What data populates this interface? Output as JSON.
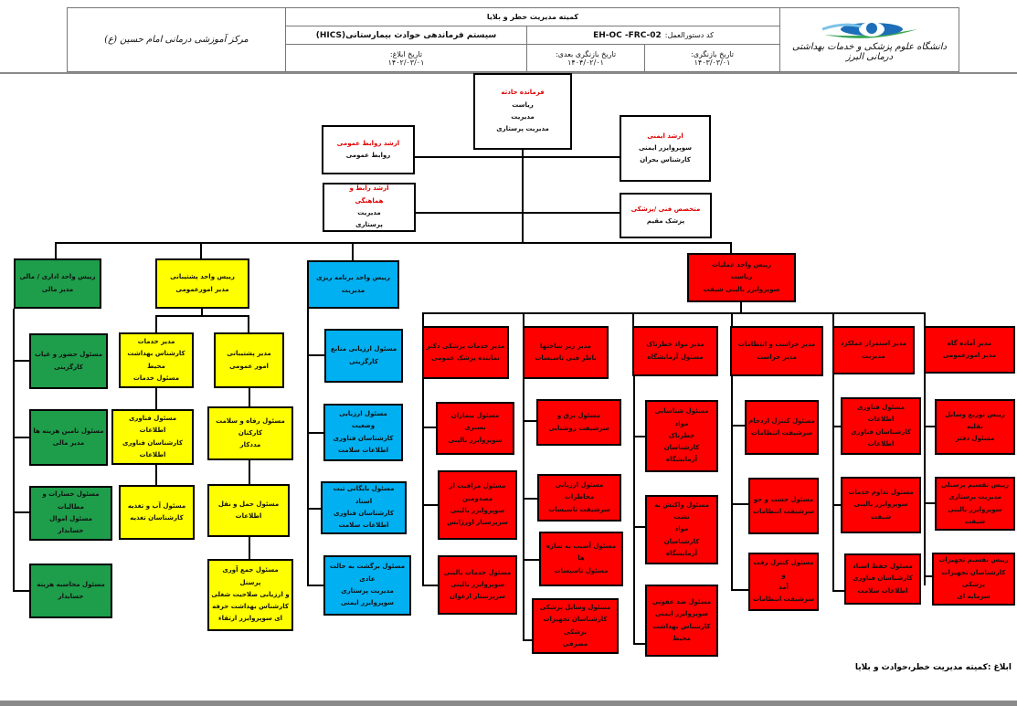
{
  "header": {
    "committee": "کمیته مدیریت خطر و بلایا",
    "system_title": "سیستم فرماندهی حوادث بیمارستانی(HICS)",
    "code_label": "کد دستورالعمل:",
    "code_value": "EH-OC -FRC-02",
    "issue_date_label": "تاریخ ابلاغ:",
    "issue_date": "۱۴۰۲/۰۳/۰۱",
    "next_review_label": "تاریخ بازنگری بعدی:",
    "next_review": "۱۴۰۴/۰۲/۰۱",
    "review_label": "تاریخ بازنگری:",
    "review": "۱۴۰۳/۰۳/۰۱",
    "hospital": "مرکز آموزشی درمانی امام حسین (ع)",
    "university": "دانشگاه علوم پزشکی و خدمات بهداشتی درمانی البرز"
  },
  "colors": {
    "admin": "#1e9d4a",
    "support": "#ffff00",
    "planning": "#00b0f0",
    "operations": "#ff0000"
  },
  "nodes": {
    "commander": {
      "title": [
        "فرمانده حادثه"
      ],
      "lines": [
        "ریاست",
        "مدیریت",
        "مدیریت پرستاری"
      ]
    },
    "pr": {
      "title": [
        "ارشد روابط عمومی"
      ],
      "lines": [
        "روابط عمومی"
      ]
    },
    "safety": {
      "title": [
        "ارشد ایمنی"
      ],
      "lines": [
        "سوپروایزر ایمنی",
        "کارشناس بحران"
      ]
    },
    "liaison": {
      "title": [
        "ارشد رابط و",
        "هماهنگی"
      ],
      "lines": [
        "مدیریت",
        "پرستاری"
      ]
    },
    "tech": {
      "title": [
        "متخصص فنی /پزشکی"
      ],
      "lines": [
        "پزشک مقیم"
      ]
    },
    "g0": {
      "lines": [
        "رییس واحد اداری / مالی",
        "مدیر مالی"
      ]
    },
    "g1": {
      "lines": [
        "مسئول حضور و غیاب",
        "کارگزینی"
      ]
    },
    "g2": {
      "lines": [
        "مسئول تامین هزینه ها",
        "مدیر مالی"
      ]
    },
    "g3": {
      "lines": [
        "مسئول خسارات و مطالبات",
        "مسئول اموال",
        "حسابدار"
      ]
    },
    "g4": {
      "lines": [
        "مسئول محاسبه هزینه",
        "حسابدار"
      ]
    },
    "y0": {
      "lines": [
        "رییس واحد پشتیبانی",
        "مدیر امورعمومی"
      ]
    },
    "y1": {
      "lines": [
        "مدیر خدمات",
        "کارشناس بهداشت محیط",
        "مسئول خدمات"
      ]
    },
    "y2": {
      "lines": [
        "مدیر پشتیبانی",
        "امور عمومی"
      ]
    },
    "y3": {
      "lines": [
        "مسئول فناوری اطلاعات",
        "کارشناسان فناوری اطلاعات"
      ]
    },
    "y4": {
      "lines": [
        "مسئول آب و تغذیه",
        "کارشناسان تغذیه"
      ]
    },
    "y5": {
      "lines": [
        "مسئول رفاه و سلامت کارکنان",
        "مددکار"
      ]
    },
    "y6": {
      "lines": [
        "مسئول حمل و نقل",
        "اطلاعات"
      ]
    },
    "y7": {
      "lines": [
        "مسئول جمع آوری پرسنل",
        "و ارزیابی صلاحیت شغلی",
        "کارشناس بهداشت حرفه",
        "ای سوپروایزر ارتقاء"
      ]
    },
    "b0": {
      "lines": [
        "رییس واحد برنامه ریزی",
        "مدیریت"
      ]
    },
    "b1": {
      "lines": [
        "مسئول ارزیابی منابع",
        "کارگزینی"
      ]
    },
    "b2": {
      "lines": [
        "مسئول ارزیابی وضعیت",
        "کارشناسان فناوری",
        "اطلاعات سلامت"
      ]
    },
    "b3": {
      "lines": [
        "مسئول بایگانی ثبت اسناد",
        "کارشناسان فناوری",
        "اطلاعات سلامت"
      ]
    },
    "b4": {
      "lines": [
        "مسئول برگشت به حالت عادی",
        "مدیریت پرستاری",
        "سوپروایزر ایمنی"
      ]
    },
    "r0": {
      "lines": [
        "رییس واحد عملیات",
        "ریاست",
        "سوپروایزر بالینی شیفت"
      ]
    },
    "r1": {
      "lines": [
        "مدیر خدمات پزشکی دکتر",
        "نماینده پزشک عمومی"
      ]
    },
    "r1a": {
      "lines": [
        "مسئول بیماران بستری",
        "سوپروایزر بالینی"
      ]
    },
    "r1b": {
      "lines": [
        "مسئول مراقبت از",
        "مصدومین",
        "سوپروایزر بالینی",
        "سرپرستار اورژانس"
      ]
    },
    "r1c": {
      "lines": [
        "مسئول خدمات بالینی",
        "سوپروایزر بالینی",
        "سرپرستار ارغوان"
      ]
    },
    "r2": {
      "lines": [
        "مدیر زیر ساختها",
        "ناظر فنی تاسیسات"
      ]
    },
    "r2a": {
      "lines": [
        "مسئول برق و",
        "سرشیفت روشنایی"
      ]
    },
    "r2b": {
      "lines": [
        "مسئول ارزیابی مخاطرات",
        "سرشیفت تاسیسات"
      ]
    },
    "r2c": {
      "lines": [
        "مسئول آسیب به سازه ها",
        "مسئول تاسیسات"
      ]
    },
    "r2d": {
      "lines": [
        "مسئول وسایل پزشکی",
        "کارشناسان تجهیزات پزشکی",
        "مصرفی"
      ]
    },
    "r3": {
      "lines": [
        "مدیر مواد خطرناک",
        "مسئول آزمایشگاه"
      ]
    },
    "r3a": {
      "lines": [
        "مسئول شناسایی مواد",
        "خطرناک",
        "کارشناسان آزمایشگاه"
      ]
    },
    "r3b": {
      "lines": [
        "مسئول واکنش به نشت",
        "مواد",
        "کارشناسان آزمایشگاه"
      ]
    },
    "r3c": {
      "lines": [
        "مسئول ضد عفونی",
        "سوپروایزر ایمنی",
        "کارشناس بهداشت محیط"
      ]
    },
    "r4": {
      "lines": [
        "مدیر حراست و انتظامات",
        "مدیر حراست"
      ]
    },
    "r4a": {
      "lines": [
        "مسئول کنترل ازدحام",
        "سرشیفت انتظامات"
      ]
    },
    "r4b": {
      "lines": [
        "مسئول جست و جو",
        "سرشیفت انتظامات"
      ]
    },
    "r4c": {
      "lines": [
        "مسئول کنترل رفت و",
        "آمد",
        "سرشیفت انتظامات"
      ]
    },
    "r5": {
      "lines": [
        "مدیر استمرار عملکرد",
        "مدیریت"
      ]
    },
    "r5a": {
      "lines": [
        "مسئول فناوری اطلاعات",
        "کارشناسان فناوری",
        "اطلاعات"
      ]
    },
    "r5b": {
      "lines": [
        "مسئول تداوم خدمات",
        "سوپروایزر بالینی",
        "شیفت"
      ]
    },
    "r5c": {
      "lines": [
        "مسئول حفظ اسناد",
        "کارشناسان فناوری",
        "اطلاعات سلامت"
      ]
    },
    "r6": {
      "lines": [
        "مدیر آماده گاه",
        "مدیر امورعمومی"
      ]
    },
    "r6a": {
      "lines": [
        "رییس توزیع وسایل نقلیه",
        "مسئول دفتر"
      ]
    },
    "r6b": {
      "lines": [
        "رییس تقسیم پرسنلی",
        "مدیریت پرستاری",
        "سوپروایزر بالینی شیفت"
      ]
    },
    "r6c": {
      "lines": [
        "رییس تقسیم تجهیزات",
        "کارشناسان تجهیزات پزشکی",
        "سرمایه ای"
      ]
    }
  },
  "footer": "ابلاغ :کمیته مدیریت خطر،حوادث و بلایا"
}
